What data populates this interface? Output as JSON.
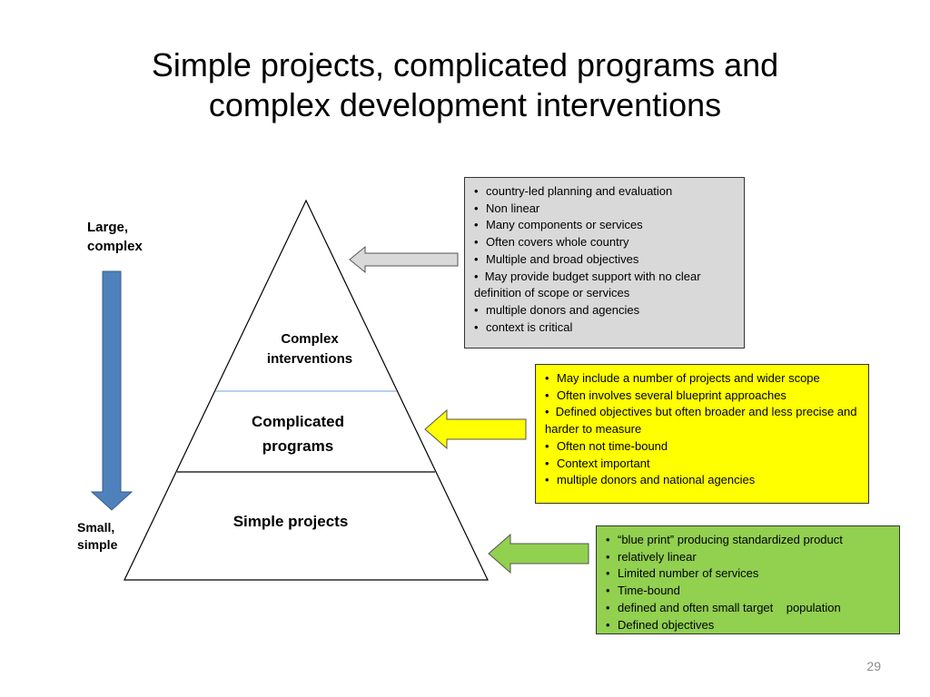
{
  "slide": {
    "title_line1": "Simple projects, complicated programs and",
    "title_line2": "complex development interventions",
    "page_number": "29"
  },
  "scale_arrow": {
    "top_label_line1": "Large,",
    "top_label_line2": "complex",
    "bottom_label_line1": "Small,",
    "bottom_label_line2": "simple",
    "color": "#4f81bd"
  },
  "pyramid": {
    "levels": [
      {
        "line1": "Complex",
        "line2": "interventions"
      },
      {
        "line1": "Complicated",
        "line2": "programs"
      },
      {
        "line1": "Simple projects"
      }
    ]
  },
  "boxes": {
    "complex": {
      "color": "#d9d9d9",
      "items": [
        "country-led planning and evaluation",
        "Non linear",
        "Many components or services",
        "Often covers whole country",
        "Multiple and broad objectives",
        "May provide budget support with no clear definition of scope or services",
        "multiple donors and agencies",
        "context is critical"
      ]
    },
    "complicated": {
      "color": "#ffff00",
      "items": [
        "May include a number of projects and wider scope",
        "Often involves several blueprint approaches",
        "Defined objectives but often broader and less precise and harder to measure",
        "Often not time-bound",
        "Context important",
        "multiple donors and national agencies"
      ]
    },
    "simple": {
      "color": "#92d050",
      "items": [
        "“blue print” producing standardized product",
        " relatively linear",
        " Limited number of services",
        "Time-bound",
        "defined and often small target    population",
        "Defined objectives"
      ]
    }
  }
}
